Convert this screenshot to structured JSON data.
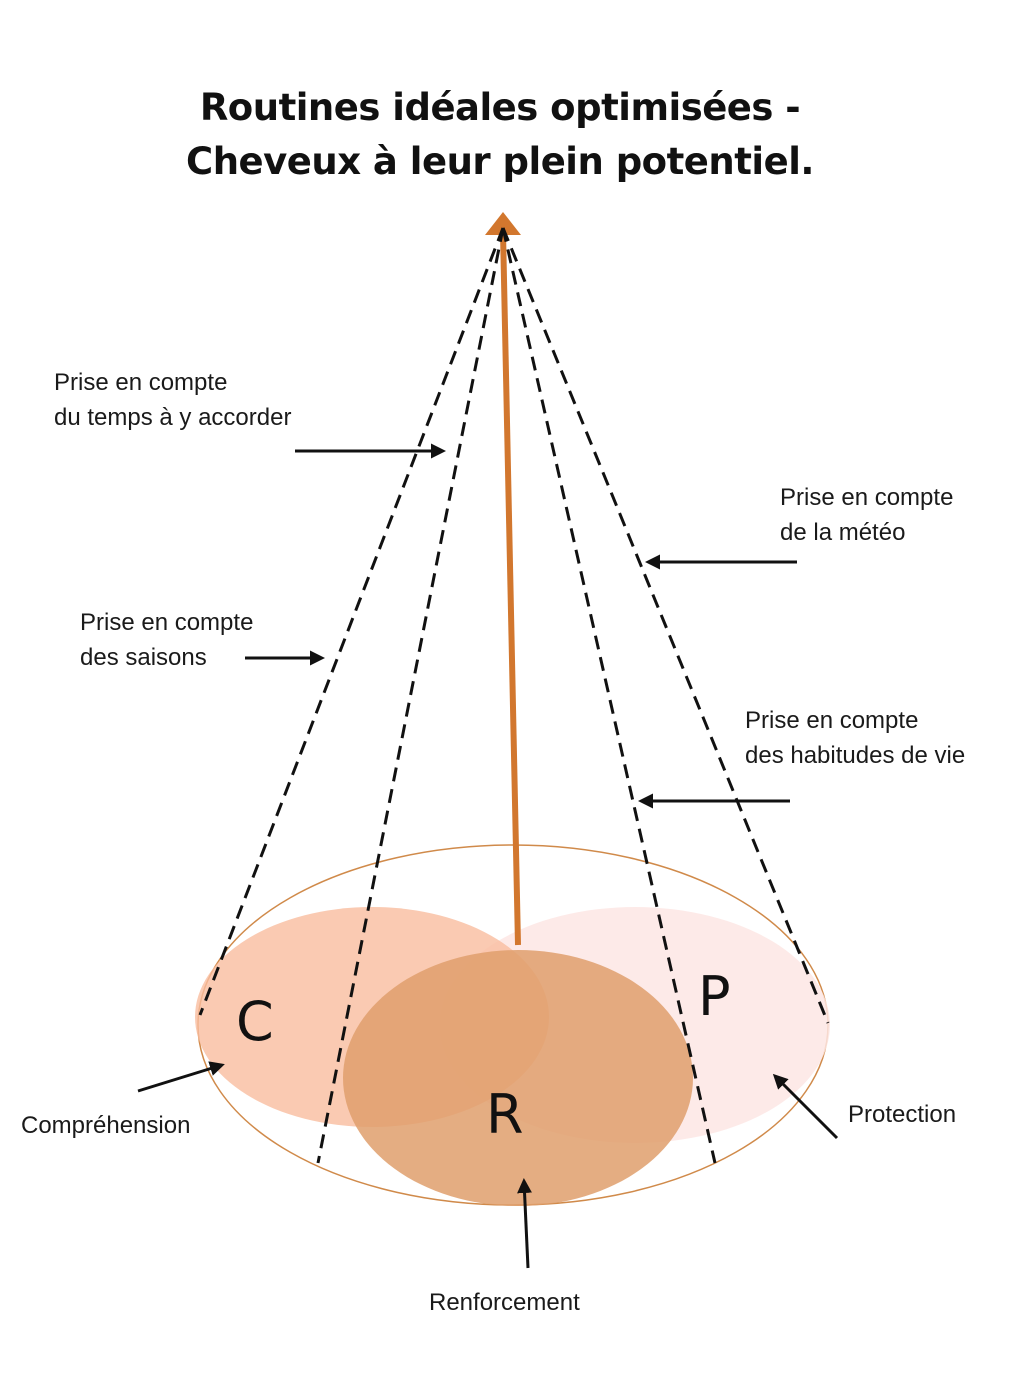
{
  "title": {
    "line1": "Routines idéales optimisées -",
    "line2": "Cheveux à leur plein potentiel."
  },
  "labels": {
    "temps": {
      "line1": "Prise en compte",
      "line2": "du temps à y accorder"
    },
    "meteo": {
      "line1": "Prise en compte",
      "line2": "de la météo"
    },
    "saisons": {
      "line1": "Prise en compte",
      "line2": "des saisons"
    },
    "habitudes": {
      "line1": "Prise en compte",
      "line2": "des habitudes de vie"
    },
    "comprehension": "Compréhension",
    "protection": "Protection",
    "renforcement": "Renforcement"
  },
  "letters": {
    "c": "C",
    "p": "P",
    "r": "R"
  },
  "colors": {
    "arrow": "#d2772e",
    "ellipse_outline": "#d08a4a",
    "comprehension_fill": "#f9bd9f",
    "protection_fill": "#fde6e4",
    "renforcement_fill": "#df9f6c",
    "line": "#111111"
  }
}
